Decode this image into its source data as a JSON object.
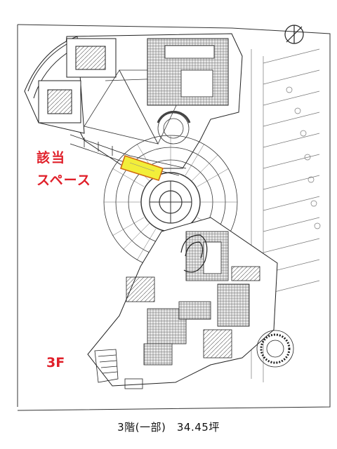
{
  "labels": {
    "space_line1": "該当",
    "space_line2": "スペース",
    "floor": "3F"
  },
  "caption": "3階(一部)　34.45坪",
  "colors": {
    "highlight_fill": "#f2ee3a",
    "highlight_stroke": "#d06a10",
    "label_red": "#e0202a",
    "line": "#222222"
  },
  "icons": [
    "compass-icon"
  ]
}
